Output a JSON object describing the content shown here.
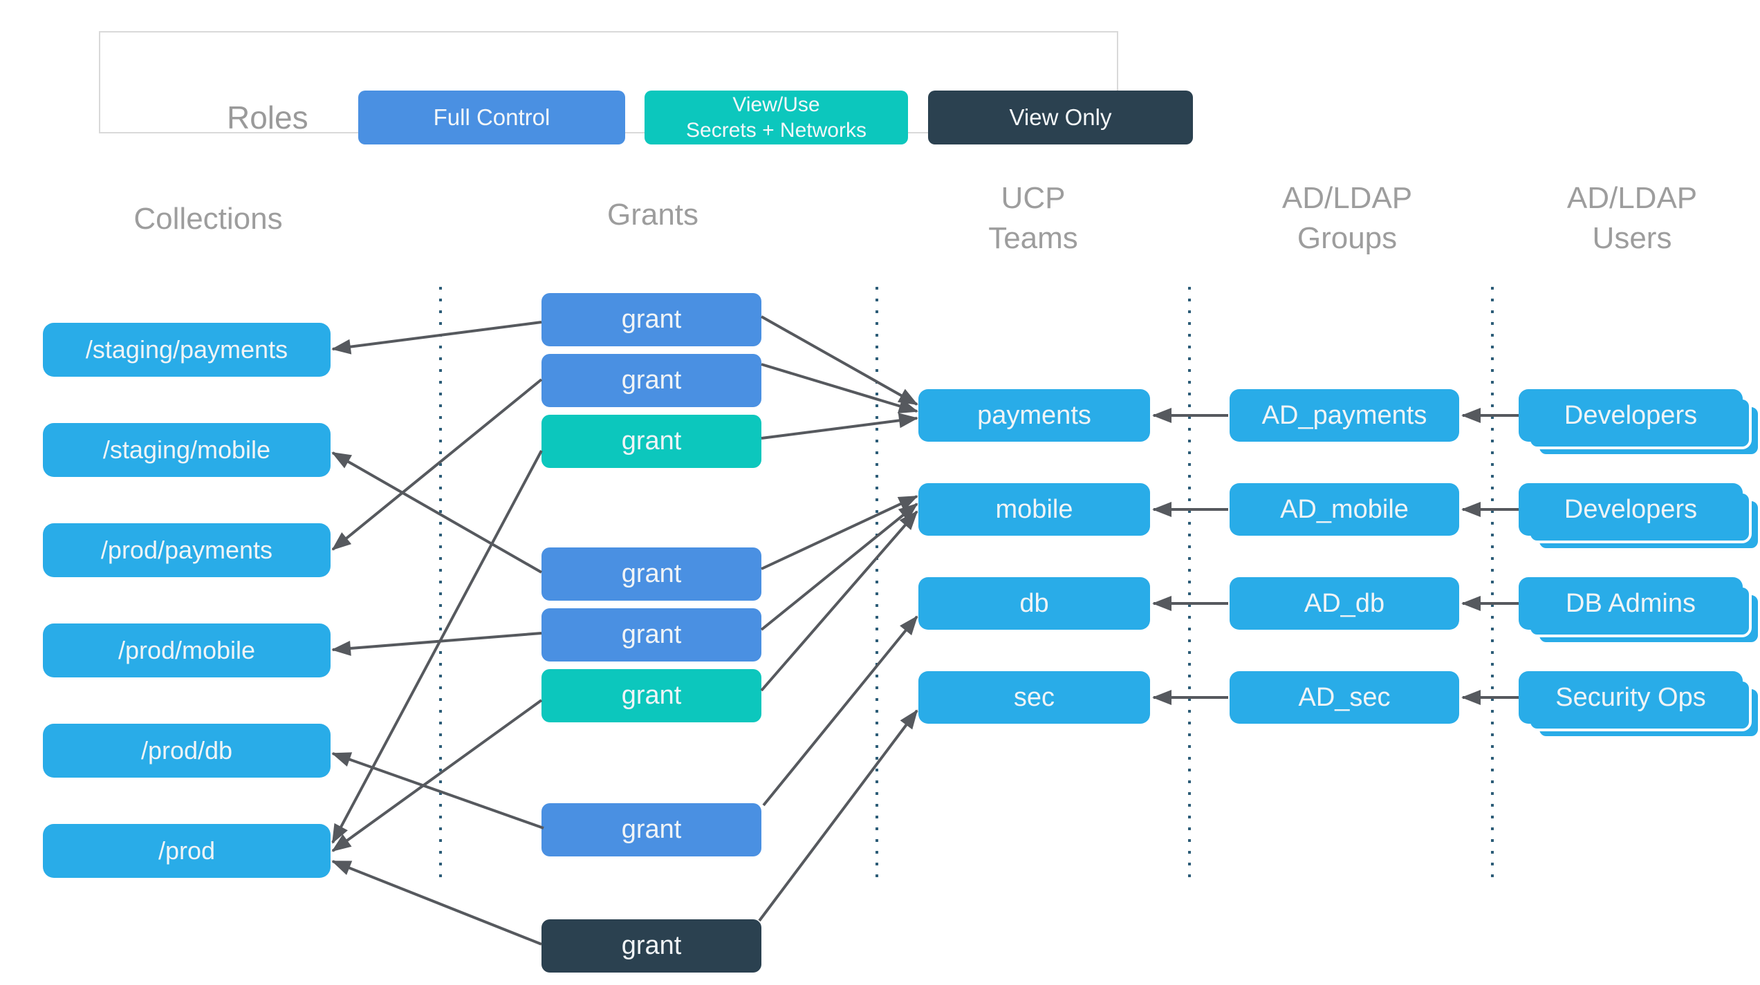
{
  "legend": {
    "title": "Roles",
    "roles": [
      {
        "label": "Full Control",
        "role": "full-control",
        "color": "#4a90e2"
      },
      {
        "label": "View/Use\nSecrets + Networks",
        "role": "view-use",
        "color": "#0cc7bd"
      },
      {
        "label": "View Only",
        "role": "view-only",
        "color": "#2b4150"
      }
    ]
  },
  "headers": {
    "collections": "Collections",
    "grants": "Grants",
    "teams": "UCP\nTeams",
    "groups": "AD/LDAP\nGroups",
    "users": "AD/LDAP\nUsers"
  },
  "collections": [
    {
      "label": "/staging/payments"
    },
    {
      "label": "/staging/mobile"
    },
    {
      "label": "/prod/payments"
    },
    {
      "label": "/prod/mobile"
    },
    {
      "label": "/prod/db"
    },
    {
      "label": "/prod"
    }
  ],
  "grants": [
    {
      "label": "grant",
      "role": "full-control"
    },
    {
      "label": "grant",
      "role": "full-control"
    },
    {
      "label": "grant",
      "role": "view-use"
    },
    {
      "label": "grant",
      "role": "full-control"
    },
    {
      "label": "grant",
      "role": "full-control"
    },
    {
      "label": "grant",
      "role": "view-use"
    },
    {
      "label": "grant",
      "role": "full-control"
    },
    {
      "label": "grant",
      "role": "view-only"
    }
  ],
  "teams": [
    {
      "label": "payments"
    },
    {
      "label": "mobile"
    },
    {
      "label": "db"
    },
    {
      "label": "sec"
    }
  ],
  "groups": [
    {
      "label": "AD_payments"
    },
    {
      "label": "AD_mobile"
    },
    {
      "label": "AD_db"
    },
    {
      "label": "AD_sec"
    }
  ],
  "users": [
    {
      "label": "Developers"
    },
    {
      "label": "Developers"
    },
    {
      "label": "DB Admins"
    },
    {
      "label": "Security Ops"
    }
  ],
  "edges": {
    "grant_to_collection": [
      [
        "grant-1",
        "/staging/payments"
      ],
      [
        "grant-2",
        "/prod/payments"
      ],
      [
        "grant-3",
        "/prod"
      ],
      [
        "grant-4",
        "/staging/mobile"
      ],
      [
        "grant-5",
        "/prod/mobile"
      ],
      [
        "grant-6",
        "/prod"
      ],
      [
        "grant-7",
        "/prod/db"
      ],
      [
        "grant-8",
        "/prod"
      ]
    ],
    "grant_to_team": [
      [
        "grant-1",
        "payments"
      ],
      [
        "grant-2",
        "payments"
      ],
      [
        "grant-3",
        "payments"
      ],
      [
        "grant-4",
        "mobile"
      ],
      [
        "grant-5",
        "mobile"
      ],
      [
        "grant-6",
        "mobile"
      ],
      [
        "grant-7",
        "db"
      ],
      [
        "grant-8",
        "sec"
      ]
    ],
    "group_to_team": [
      [
        "AD_payments",
        "payments"
      ],
      [
        "AD_mobile",
        "mobile"
      ],
      [
        "AD_db",
        "db"
      ],
      [
        "AD_sec",
        "sec"
      ]
    ],
    "user_to_group": [
      [
        "Developers",
        "AD_payments"
      ],
      [
        "Developers",
        "AD_mobile"
      ],
      [
        "DB Admins",
        "AD_db"
      ],
      [
        "Security Ops",
        "AD_sec"
      ]
    ]
  },
  "colors": {
    "collection_blue": "#29ace8",
    "full_control_blue": "#4a90e2",
    "view_use_teal": "#0cc7bd",
    "view_only_dark": "#2b4150",
    "arrow_gray": "#56595e",
    "divider_navy": "#2d5d78",
    "header_gray": "#9d9d9d",
    "legend_border": "#d9d9d9"
  }
}
